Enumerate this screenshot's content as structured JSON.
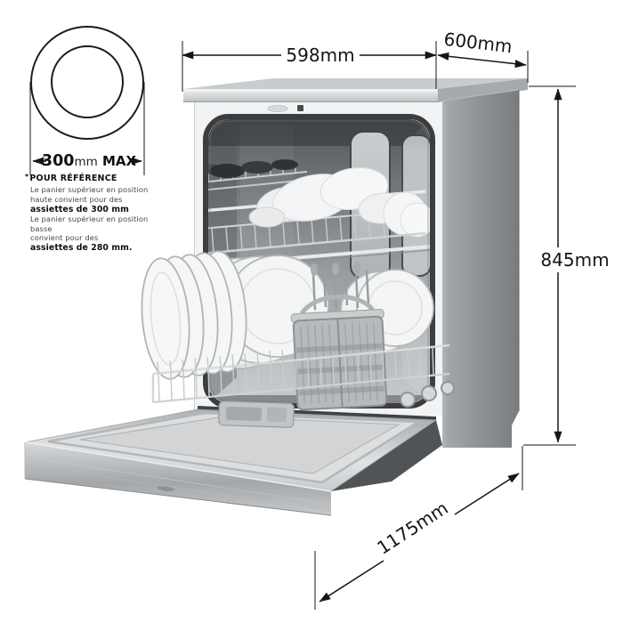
{
  "dimensions": {
    "width": "598mm",
    "depth": "600mm",
    "height": "845mm",
    "depth_door_open": "1175mm"
  },
  "plate_gauge": {
    "value": "300",
    "unit": "mm",
    "qualifier": " MAX"
  },
  "reference_note": {
    "marker": "*",
    "title": "POUR RÉFÉRENCE",
    "lines": [
      "Le panier supérieur en position",
      "haute convient pour des",
      "assiettes de 300 mm",
      "Le panier supérieur en position basse",
      "convient pour des",
      "assiettes de 280 mm."
    ]
  },
  "colors": {
    "annotation": "#161616",
    "stainless_light": "#e8eaeb",
    "stainless_mid": "#aeb1b3",
    "side_panel": "#85888b",
    "interior_dark": "#5a5d5f",
    "background": "#ffffff"
  }
}
